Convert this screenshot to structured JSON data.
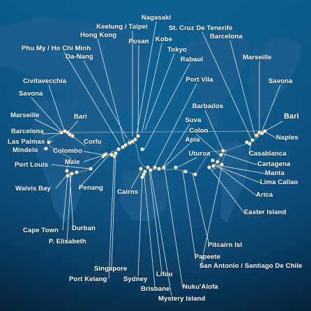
{
  "colors": {
    "ocean_top": "#0a5c8c",
    "ocean_bottom": "#06263f",
    "land": "#1d5f8e",
    "route_line": "#f3f1e6",
    "port_dot": "#f3ebcf",
    "label": "#ffffff"
  },
  "ports": {
    "nagasaki": "Nagasaki",
    "keelung_taipei": "Keelung / Taipei",
    "hong_kong": "Hong Kong",
    "pusan": "Pusan",
    "kobe": "Kobe",
    "tokyo": "Tokyo",
    "rabaul": "Rabaul",
    "st_cruz_tenerife": "St. Cruz De Tenerife",
    "barcelona_top": "Barcelona",
    "marseille_top": "Marseille",
    "savona_right": "Savona",
    "phu_my_ho_chi_minh": "Phu My / Ho Chi Minh",
    "da_nang": "Da-Nang",
    "civitavecchia": "Civitavecchia",
    "savona_left": "Savona",
    "port_vila": "Port Vila",
    "barbados": "Barbados",
    "bari_right": "Bari",
    "marseille_left": "Marseille",
    "bari_left": "Bari",
    "suva": "Suva",
    "naples": "Naples",
    "barcelona_left": "Barcelona",
    "colon": "Colon",
    "las_palmas": "Las Palmas",
    "corfu": "Corfu",
    "apia": "Apia",
    "mindelo": "Mindelo",
    "colombo": "Colombo",
    "casablanca": "Casablanca",
    "uturoa": "Uturoa",
    "cartagena": "Cartagena",
    "male": "Male",
    "port_louis": "Port Louis",
    "manta": "Manta",
    "lima_callao": "Lima Callao",
    "walvis_bay": "Walvis Bay",
    "penang": "Penang",
    "cairns": "Cairns",
    "arica": "Arica",
    "easter_island": "Easter Island",
    "cape_town": "Cape Town",
    "durban": "Durban",
    "p_elisabeth": "P. Elisabeth",
    "pitcairn": "Pitcairn Isl",
    "papeete": "Papeete",
    "singapore": "Singapore",
    "san_antonio_santiago": "San Antonio / Santiago De Chile",
    "lifou": "Lifou",
    "port_kelang": "Port Kelang",
    "sydney": "Sydney",
    "brisbane": "Brisbane",
    "nukualofa": "Nuku'Alofa",
    "mystery_island": "Mystery Island"
  }
}
